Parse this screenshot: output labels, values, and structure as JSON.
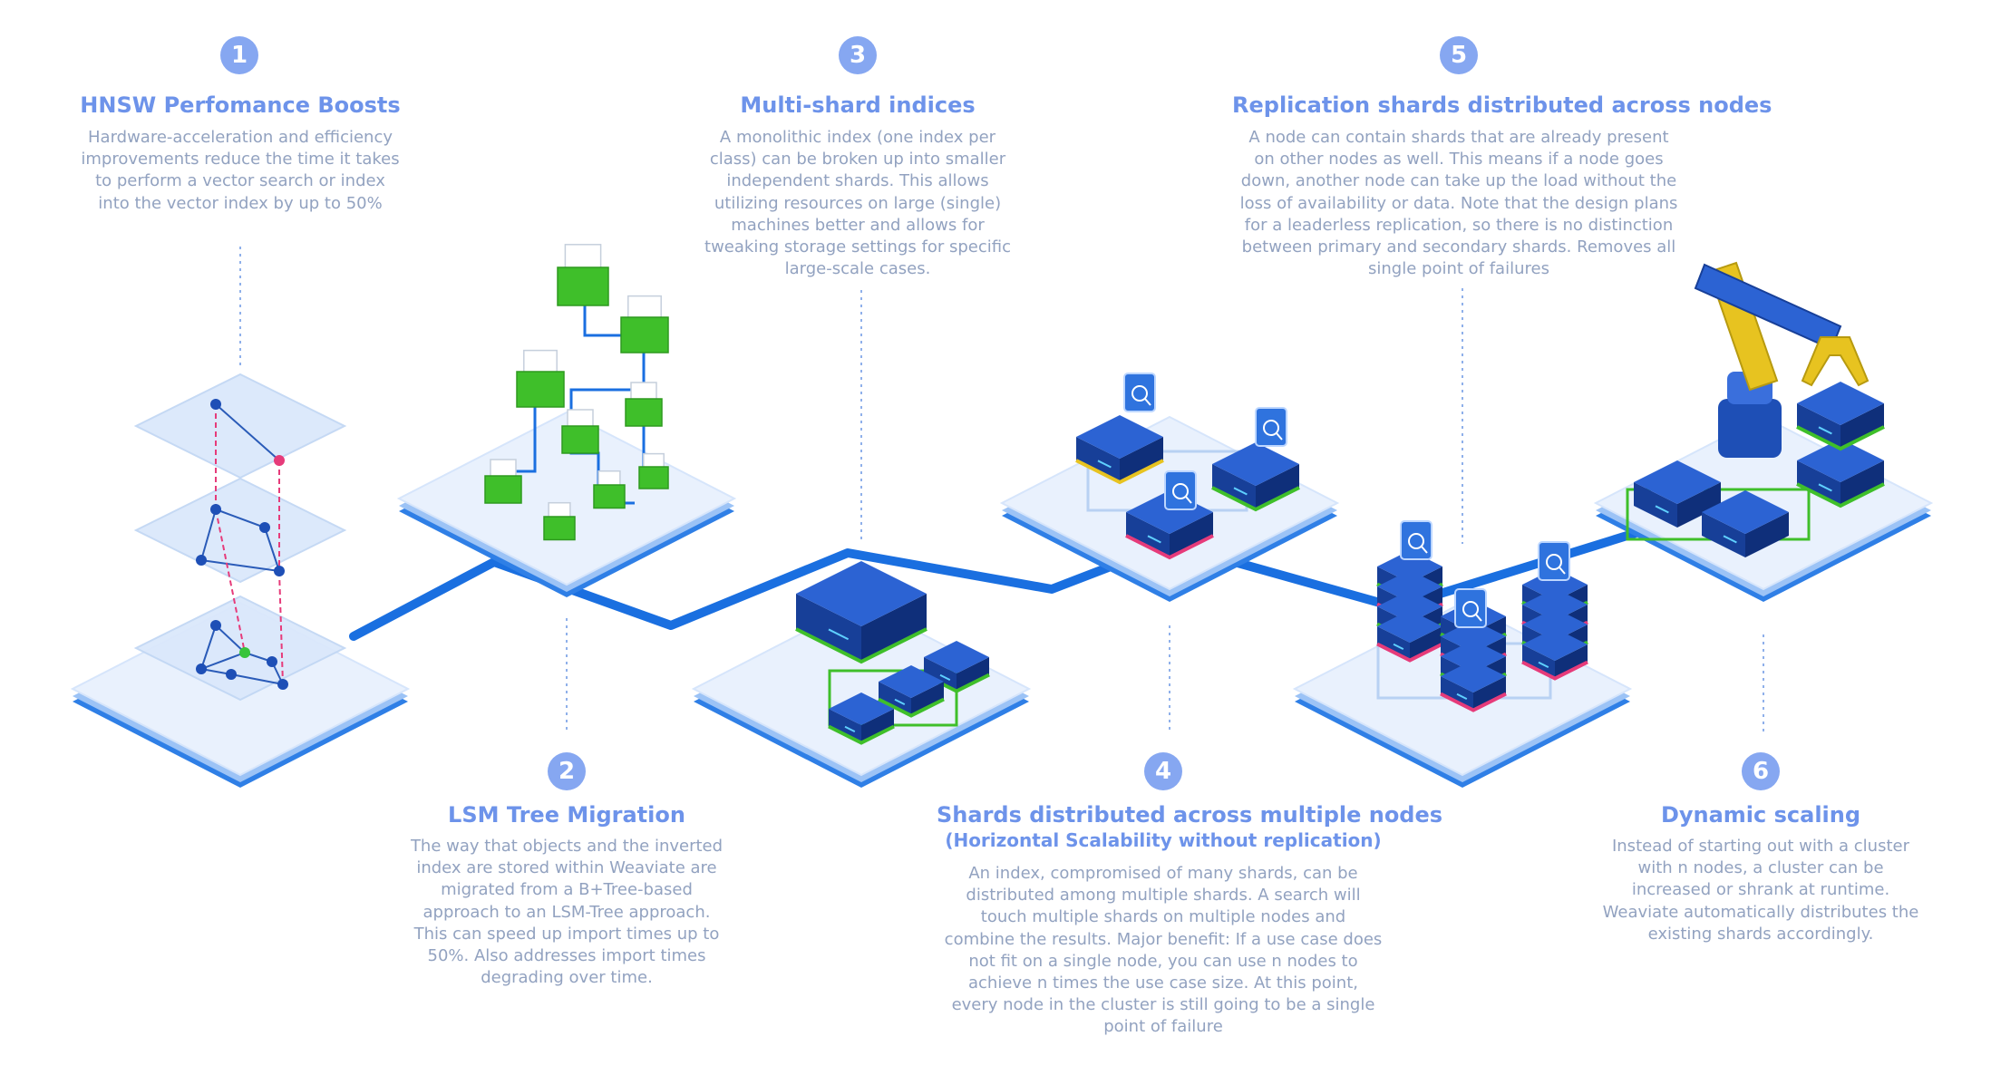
{
  "colors": {
    "badge": "#86a7f1",
    "title": "#6d93ea",
    "body_text": "#92a2c0",
    "connector": "#1a6fe0",
    "platform_top": "#e9f1fd",
    "platform_edge": "#2f7fe6",
    "server_blue": "#1e4fb6",
    "index_green": "#3fbf2a",
    "arm_yellow": "#e7c320",
    "graph_link_red": "#e63b7a"
  },
  "steps": [
    {
      "number": "1",
      "title": "HNSW Perfomance Boosts",
      "description": "Hardware-acceleration and efficiency improvements reduce the time it takes to perform a vector search or index into the vector index by up to 50%",
      "illustration": "stacked-hnsw-graph-layers-icon"
    },
    {
      "number": "2",
      "title": "LSM Tree Migration",
      "description": "The way that objects and the inverted index are stored within Weaviate are migrated from a B+Tree-based approach to an LSM-Tree approach. This can speed up import times up to 50%. Also addresses import times degrading over time.",
      "illustration": "lsm-tree-index-icon"
    },
    {
      "number": "3",
      "title": "Multi-shard indices",
      "description": "A monolithic index (one index per class) can be broken up into smaller independent shards. This allows utilizing resources on large (single) machines better and allows for tweaking storage settings for specific large-scale cases.",
      "illustration": "monolithic-to-shards-icon"
    },
    {
      "number": "4",
      "title": "Shards distributed across multiple nodes",
      "subtitle": "(Horizontal Scalability without replication)",
      "description": "An index, compromised of many shards, can be distributed among multiple shards. A search will touch multiple shards on multiple nodes and combine the results. Major benefit: If a use case does not fit on a single node, you can use n nodes to achieve n times the use case size. At this point, every node in the cluster is still going to be a single point of failure",
      "illustration": "distributed-shard-nodes-icon"
    },
    {
      "number": "5",
      "title": "Replication shards distributed across nodes",
      "description": "A node can contain shards that are already present on other nodes as well. This means if a node goes down, another node can take up the load without the loss of availability or data. Note that the design plans for a leaderless replication, so there is no distinction between primary and secondary shards. Removes all single point of failures",
      "illustration": "replicated-shard-stacks-icon"
    },
    {
      "number": "6",
      "title": "Dynamic scaling",
      "description": "Instead of starting out with a cluster with n nodes, a cluster can be increased or shrank at runtime. Weaviate automatically distributes the existing shards accordingly.",
      "illustration": "robot-arm-scaling-icon"
    }
  ]
}
